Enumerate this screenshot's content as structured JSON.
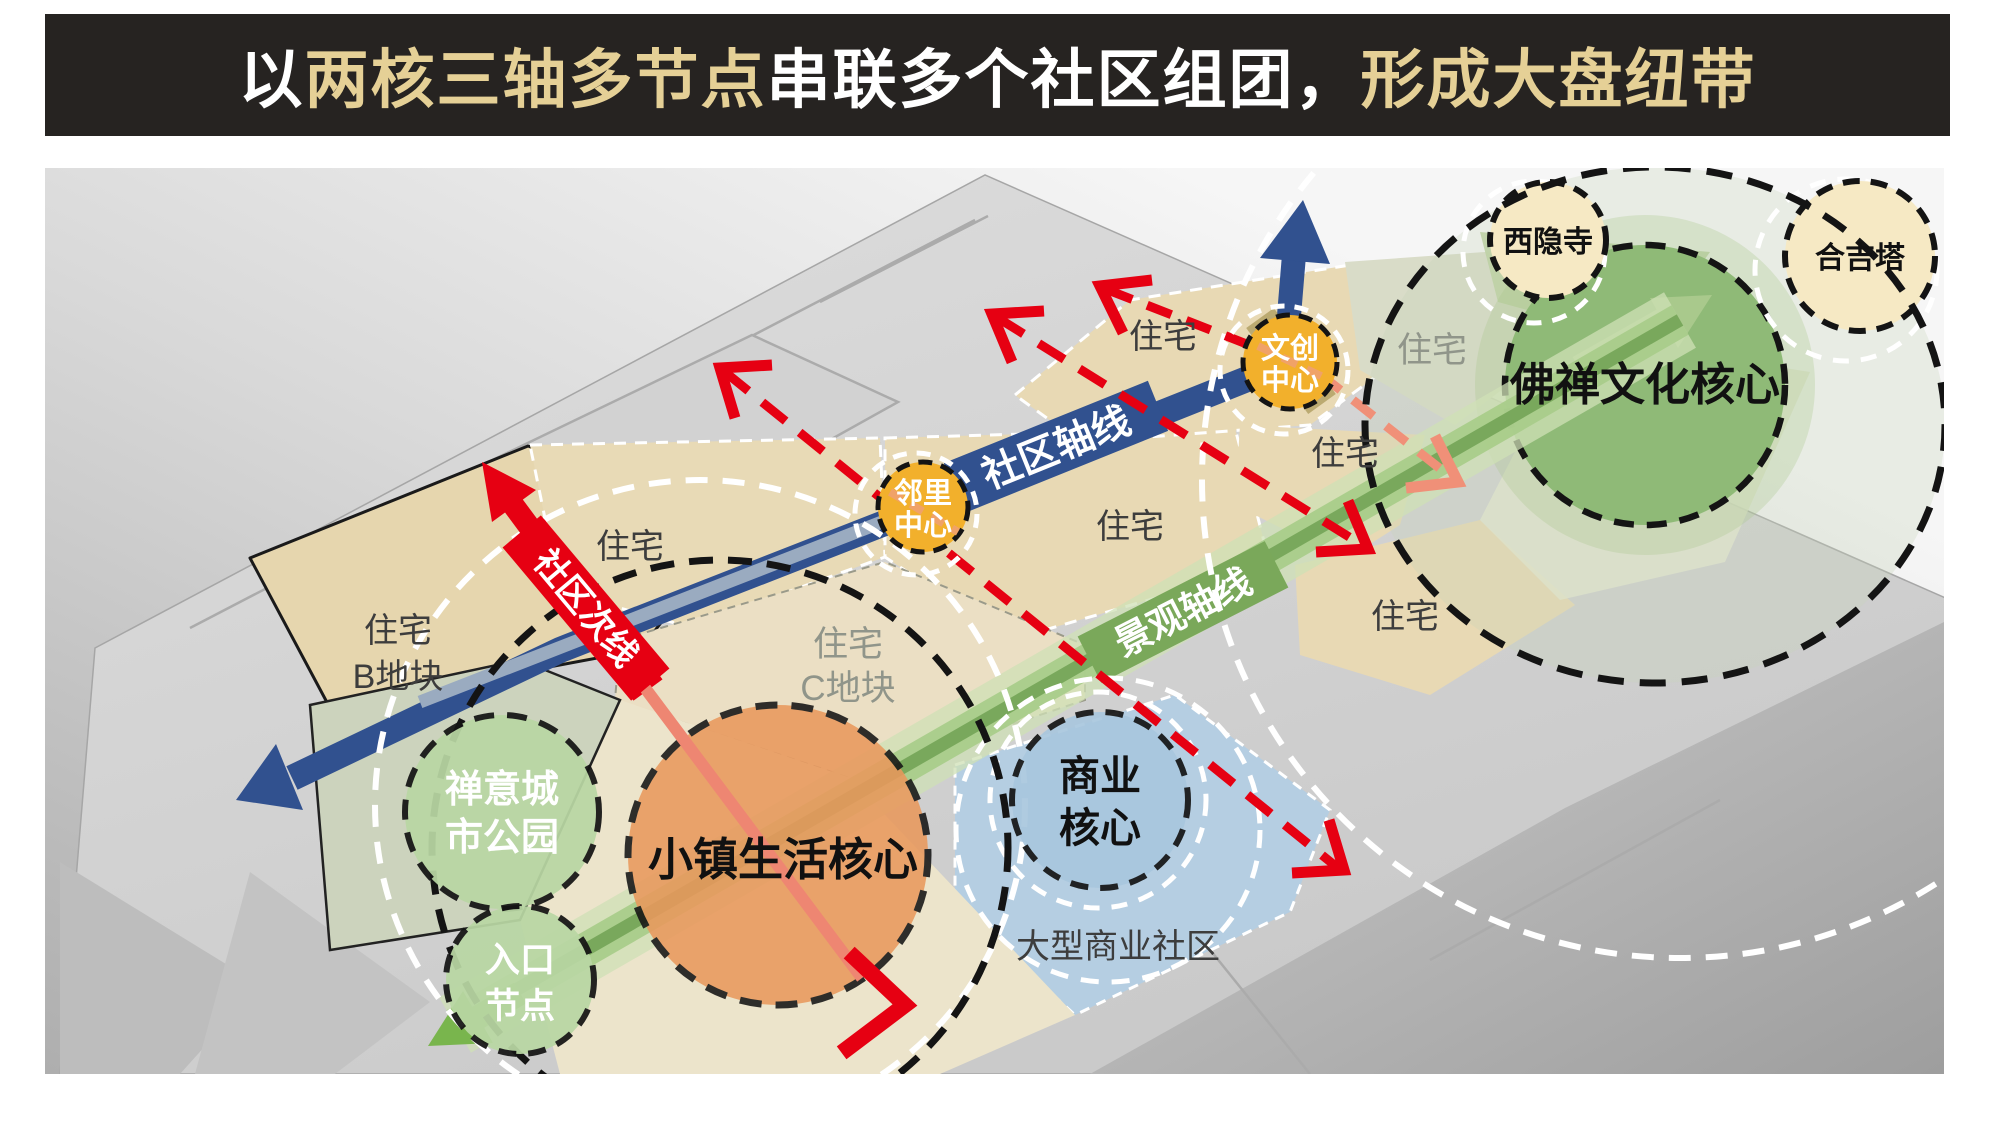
{
  "title": {
    "part1": "以",
    "part2": "两核三轴多节点",
    "part3": "串联多个社区组团，",
    "part4": "形成大盘纽带"
  },
  "axes": {
    "community_axis": "社区轴线",
    "secondary_axis": "社区次线",
    "landscape_axis": "景观轴线"
  },
  "nodes": {
    "cultural_center": {
      "line1": "文创",
      "line2": "中心"
    },
    "neighborhood_center": {
      "line1": "邻里",
      "line2": "中心"
    }
  },
  "cores": {
    "buddhist_culture": "佛禅文化核心",
    "town_life": "小镇生活核心",
    "commercial": {
      "line1": "商业",
      "line2": "核心"
    },
    "zen_park": {
      "line1": "禅意城",
      "line2": "市公园"
    },
    "entrance_node": {
      "line1": "入口",
      "line2": "节点"
    },
    "xiyin_temple": "西隐寺",
    "heji_pagoda": "合吉塔"
  },
  "parcels": {
    "residential": "住宅",
    "residential_b": {
      "line1": "住宅",
      "line2": "B地块"
    },
    "residential_c": {
      "line1": "住宅",
      "line2": "C地块"
    },
    "large_commercial": "大型商业社区"
  },
  "colors": {
    "title_bg": "#262321",
    "title_gold": "#e5d096",
    "axis_blue": "#31518f",
    "axis_red": "#e60012",
    "axis_salmon": "#ee8672",
    "axis_green": "#7aa85a",
    "node_yellow": "#f2b02c",
    "core_green": "#8fba77",
    "core_orange": "#e9995d",
    "core_blue": "#a9c7de",
    "circle_cream": "#f6e9c4"
  }
}
